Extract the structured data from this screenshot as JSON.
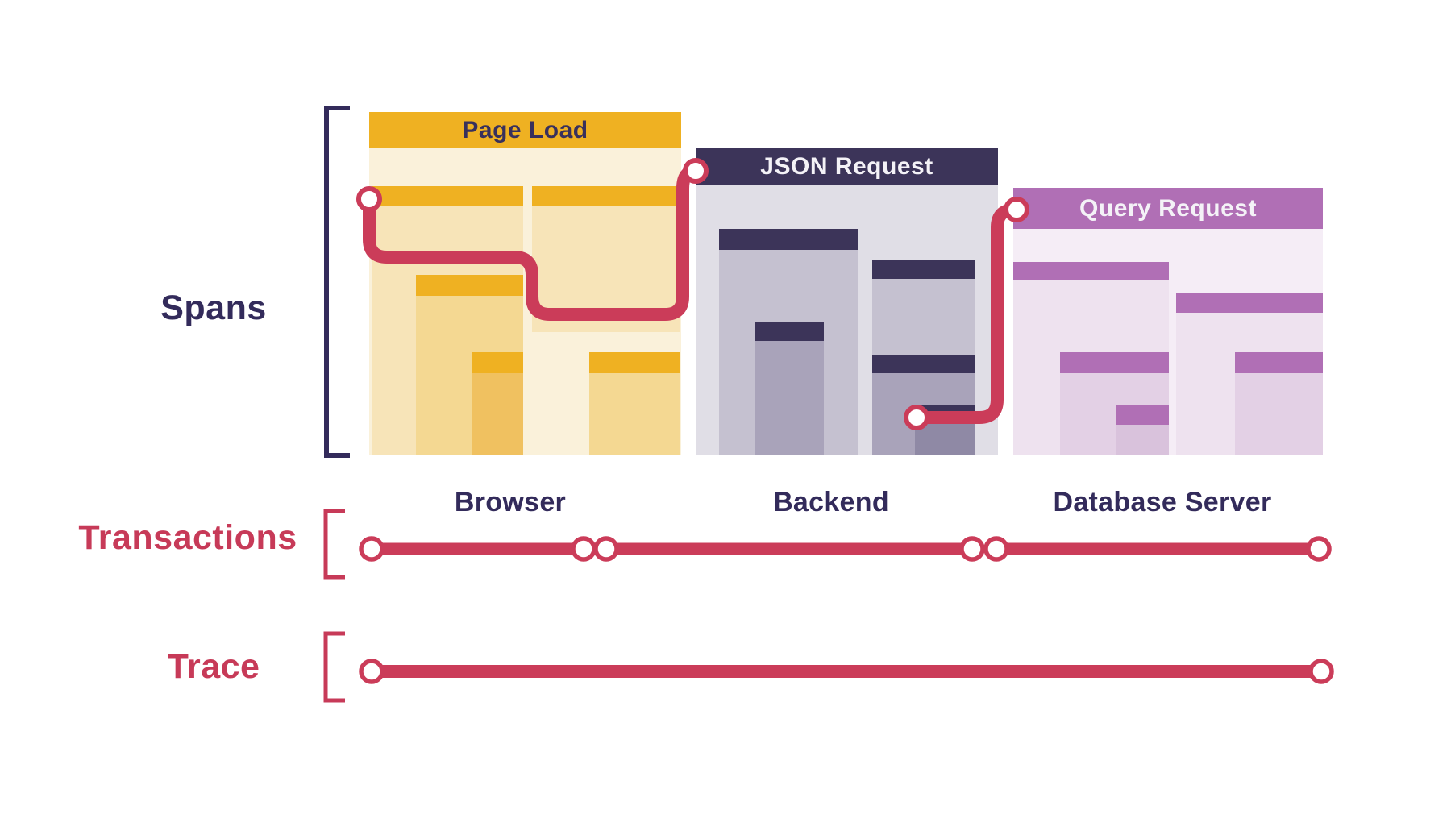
{
  "sections": {
    "spans": {
      "label": "Spans"
    },
    "transactions": {
      "label": "Transactions"
    },
    "trace": {
      "label": "Trace"
    }
  },
  "panels": [
    {
      "title": "Page Load",
      "server": "Browser"
    },
    {
      "title": "JSON Request",
      "server": "Backend"
    },
    {
      "title": "Query Request",
      "server": "Database Server"
    }
  ],
  "colors": {
    "gold_header": "#EFB122",
    "navy_header": "#3C3459",
    "purple_header": "#B06FB5",
    "trace_red": "#CB3C59",
    "label_navy": "#332B5B",
    "label_red": "#C73A58"
  }
}
